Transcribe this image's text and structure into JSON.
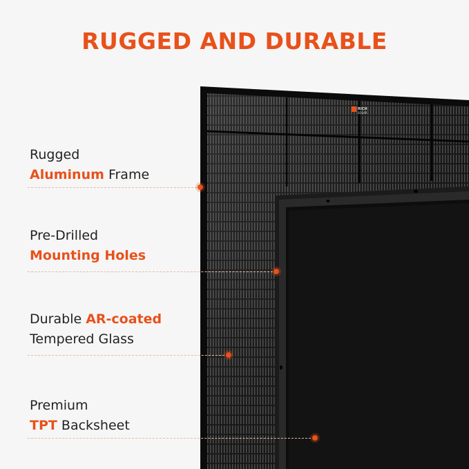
{
  "headline": "RUGGED AND DURABLE",
  "brand": {
    "line1": "RICH",
    "line2": "SOLAR"
  },
  "features": [
    {
      "pre": "Rugged",
      "hl": "Aluminum",
      "post": "Frame"
    },
    {
      "pre": "Pre-Drilled",
      "hl": "Mounting Holes",
      "post": ""
    },
    {
      "pre": "Durable",
      "hl": "AR-coated",
      "post": "Tempered Glass"
    },
    {
      "pre": "Premium",
      "hl": "TPT",
      "post": "Backsheet"
    }
  ],
  "colors": {
    "accent": "#e8511b",
    "background": "#f6f6f6",
    "panel": "#0c0c0c"
  }
}
